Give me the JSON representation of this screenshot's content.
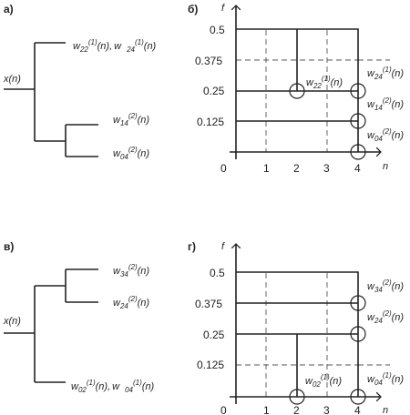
{
  "panels": {
    "a": "а)",
    "b": "б)",
    "v": "в)",
    "g": "г)"
  },
  "tree_top": {
    "root": "x(n)",
    "leaf1": {
      "w1": "w",
      "s1": "22",
      "p1": "(1)",
      "a1": "(n),",
      "w2": "w",
      "s2": "24",
      "p2": "(1)",
      "a2": "(n)"
    },
    "leaf2": {
      "w": "w",
      "s": "14",
      "p": "(2)",
      "a": "(n)"
    },
    "leaf3": {
      "w": "w",
      "s": "04",
      "p": "(2)",
      "a": "(n)"
    }
  },
  "tree_bottom": {
    "root": "x(n)",
    "leaf1": {
      "w": "w",
      "s": "34",
      "p": "(2)",
      "a": "(n)"
    },
    "leaf2": {
      "w": "w",
      "s": "24",
      "p": "(2)",
      "a": "(n)"
    },
    "leaf3": {
      "w1": "w",
      "s1": "02",
      "p1": "(1)",
      "a1": "(n),",
      "w2": "w",
      "s2": "04",
      "p2": "(1)",
      "a2": "(n)"
    }
  },
  "grid_top": {
    "f_label": "f",
    "n_label": "n",
    "yticks": [
      "0.5",
      "0.375",
      "0.25",
      "0.125"
    ],
    "xticks": [
      "0",
      "1",
      "2",
      "3",
      "4"
    ],
    "labels": {
      "w22": {
        "w": "w",
        "s": "22",
        "p": "(1)",
        "a": "(n)"
      },
      "w24": {
        "w": "w",
        "s": "24",
        "p": "(1)",
        "a": "(n)"
      },
      "w14": {
        "w": "w",
        "s": "14",
        "p": "(2)",
        "a": "(n)"
      },
      "w04": {
        "w": "w",
        "s": "04",
        "p": "(2)",
        "a": "(n)"
      }
    }
  },
  "grid_bottom": {
    "f_label": "f",
    "n_label": "n",
    "yticks": [
      "0.5",
      "0.375",
      "0.25",
      "0.125"
    ],
    "xticks": [
      "0",
      "1",
      "2",
      "3",
      "4"
    ],
    "labels": {
      "w34": {
        "w": "w",
        "s": "34",
        "p": "(2)",
        "a": "(n)"
      },
      "w24": {
        "w": "w",
        "s": "24",
        "p": "(2)",
        "a": "(n)"
      },
      "w02": {
        "w": "w",
        "s": "02",
        "p": "(1)",
        "a": "(n)"
      },
      "w04": {
        "w": "w",
        "s": "04",
        "p": "(1)",
        "a": "(n)"
      }
    }
  }
}
